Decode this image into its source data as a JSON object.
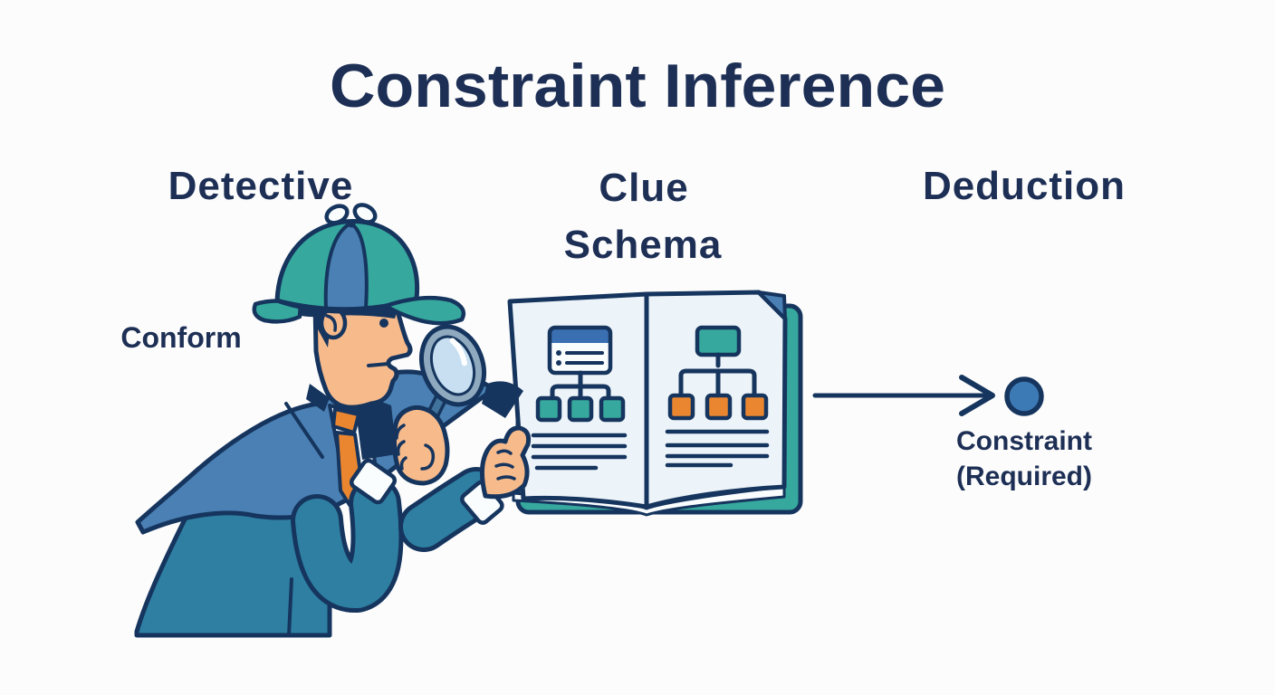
{
  "title": "Constraint Inference",
  "columns": {
    "detective": "Detective",
    "clue_line1": "Clue",
    "clue_line2": "Schema",
    "deduction": "Deduction"
  },
  "annotations": {
    "conform": "Conform",
    "constraint_line1": "Constraint",
    "constraint_line2": "(Required)"
  },
  "illustration": {
    "parts": [
      "detective-figure",
      "magnifying-glass-icon",
      "open-schema-book",
      "flow-arrow",
      "constraint-dot-node"
    ]
  },
  "colors": {
    "background": "#fcfcfc",
    "ink": "#1d2f55",
    "navy": "#16355e",
    "blue": "#4a80b4",
    "headerblue": "#3a70b2",
    "teal": "#36a89d",
    "coat": "#2e7fa2",
    "orange": "#ea862f",
    "skin": "#f7ba8b",
    "page": "#edf4f9",
    "pagewhite": "#fafdfe",
    "lens": "#c7dff1",
    "rim": "#8fa9be",
    "steel": "#40749c",
    "dot": "#3c7ab6"
  }
}
